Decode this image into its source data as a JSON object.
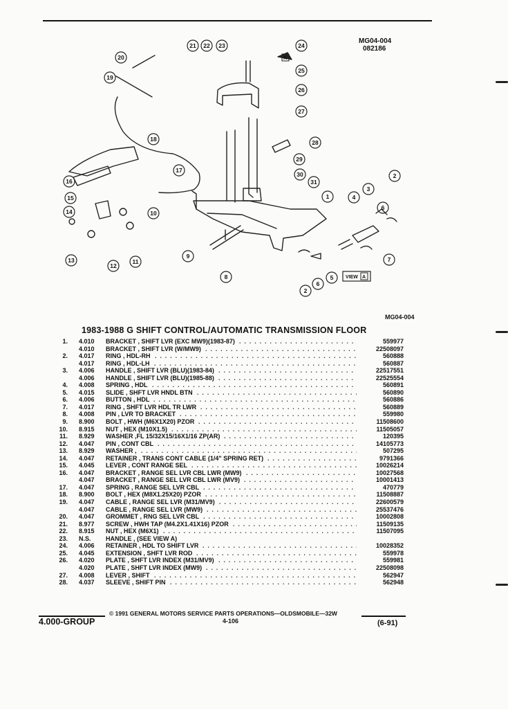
{
  "header": {
    "illustration_id": "MG04-004",
    "illustration_date": "082186",
    "illustration_ref_bottom": "MG04-004"
  },
  "diagram": {
    "callouts": [
      "1",
      "2",
      "3",
      "4",
      "5",
      "6",
      "7",
      "8",
      "9",
      "10",
      "11",
      "12",
      "13",
      "14",
      "15",
      "16",
      "17",
      "18",
      "19",
      "20",
      "21",
      "22",
      "23",
      "24",
      "25",
      "26",
      "27",
      "28",
      "29",
      "30",
      "31"
    ],
    "view_label": "VIEW",
    "view_letter": "A",
    "arrow_letter": "A"
  },
  "title": "1983-1988 G SHIFT CONTROL/AUTOMATIC TRANSMISSION FLOOR",
  "parts": [
    {
      "num": "1.",
      "group": "4.010",
      "desc": "BRACKET , SHIFT LVR (EXC MW9)(1983-87)",
      "pn": "559977"
    },
    {
      "num": "",
      "group": "4.010",
      "desc": "BRACKET , SHIFT LVR (W/MW9)",
      "pn": "22508097"
    },
    {
      "num": "2.",
      "group": "4.017",
      "desc": "RING , HDL-RH",
      "pn": "560888"
    },
    {
      "num": "",
      "group": "4.017",
      "desc": "RING , HDL-LH",
      "pn": "560887"
    },
    {
      "num": "3.",
      "group": "4.006",
      "desc": "HANDLE , SHIFT LVR (BLU)(1983-84)",
      "pn": "22517551"
    },
    {
      "num": "",
      "group": "4.006",
      "desc": "HANDLE , SHIFT LVR (BLU)(1985-88)",
      "pn": "22525554"
    },
    {
      "num": "4.",
      "group": "4.008",
      "desc": "SPRING , HDL",
      "pn": "560891"
    },
    {
      "num": "5.",
      "group": "4.015",
      "desc": "SLIDE , SHFT LVR HNDL BTN",
      "pn": "560890"
    },
    {
      "num": "6.",
      "group": "4.006",
      "desc": "BUTTON , HDL",
      "pn": "560886"
    },
    {
      "num": "7.",
      "group": "4.017",
      "desc": "RING , SHFT LVR HDL TR LWR",
      "pn": "560889"
    },
    {
      "num": "8.",
      "group": "4.008",
      "desc": "PIN , LVR TO BRACKET",
      "pn": "559980"
    },
    {
      "num": "9.",
      "group": "8.900",
      "desc": "BOLT , HWH (M6X1X20) PZOR",
      "pn": "11508600"
    },
    {
      "num": "10.",
      "group": "8.915",
      "desc": "NUT , HEX (M10X1.5)",
      "pn": "11505057"
    },
    {
      "num": "11.",
      "group": "8.929",
      "desc": "WASHER ,FL 15/32X15/16X1/16 ZP(AR)",
      "pn": "120395"
    },
    {
      "num": "12.",
      "group": "4.047",
      "desc": "PIN , CONT CBL",
      "pn": "14105773"
    },
    {
      "num": "13.",
      "group": "8.929",
      "desc": "WASHER ,",
      "pn": "507295"
    },
    {
      "num": "14.",
      "group": "4.047",
      "desc": "RETAINER , TRANS CONT CABLE (1/4\" SPRING RET)",
      "pn": "9791366"
    },
    {
      "num": "15.",
      "group": "4.045",
      "desc": "LEVER , CONT RANGE SEL",
      "pn": "10026214"
    },
    {
      "num": "16.",
      "group": "4.047",
      "desc": "BRACKET , RANGE SEL LVR CBL LWR (MW9)",
      "pn": "10027568"
    },
    {
      "num": "",
      "group": "4.047",
      "desc": "BRACKET , RANGE SEL LVR CBL LWR (MV9)",
      "pn": "10001413"
    },
    {
      "num": "17.",
      "group": "4.047",
      "desc": "SPRING , RANGE SEL LVR CBL",
      "pn": "470779"
    },
    {
      "num": "18.",
      "group": "8.900",
      "desc": "BOLT , HEX (M8X1.25X20) PZOR",
      "pn": "11508887"
    },
    {
      "num": "19.",
      "group": "4.047",
      "desc": "CABLE , RANGE SEL LVR (M31/MV9)",
      "pn": "22600579"
    },
    {
      "num": "",
      "group": "4.047",
      "desc": "CABLE , RANGE SEL LVR (MW9)",
      "pn": "25537476"
    },
    {
      "num": "20.",
      "group": "4.047",
      "desc": "GROMMET , RNG SEL LVR CBL",
      "pn": "10002808"
    },
    {
      "num": "21.",
      "group": "8.977",
      "desc": "SCREW , HWH TAP (M4.2X1.41X16) PZOR",
      "pn": "11509135"
    },
    {
      "num": "22.",
      "group": "8.915",
      "desc": "NUT , HEX (M6X1)",
      "pn": "11507095"
    },
    {
      "num": "23.",
      "group": "N.S.",
      "desc": "HANDLE , (SEE VIEW A)",
      "pn": ""
    },
    {
      "num": "24.",
      "group": "4.006",
      "desc": "RETAINER , HDL TO SHIFT LVR",
      "pn": "10028352"
    },
    {
      "num": "25.",
      "group": "4.045",
      "desc": "EXTENSION , SHFT LVR ROD",
      "pn": "559978"
    },
    {
      "num": "26.",
      "group": "4.020",
      "desc": "PLATE , SHFT LVR INDEX (M31/MV9)",
      "pn": "559981"
    },
    {
      "num": "",
      "group": "4.020",
      "desc": "PLATE , SHFT LVR INDEX (MW9)",
      "pn": "22508098"
    },
    {
      "num": "27.",
      "group": "4.008",
      "desc": "LEVER , SHIFT",
      "pn": "562947"
    },
    {
      "num": "28.",
      "group": "4.037",
      "desc": "SLEEVE , SHIFT PIN",
      "pn": "562948"
    }
  ],
  "footer": {
    "copyright": "© 1991 GENERAL MOTORS SERVICE PARTS OPERATIONS—OLDSMOBILE—32W",
    "group": "4.000-GROUP",
    "page": "4-106",
    "revision": "(6-91)"
  }
}
